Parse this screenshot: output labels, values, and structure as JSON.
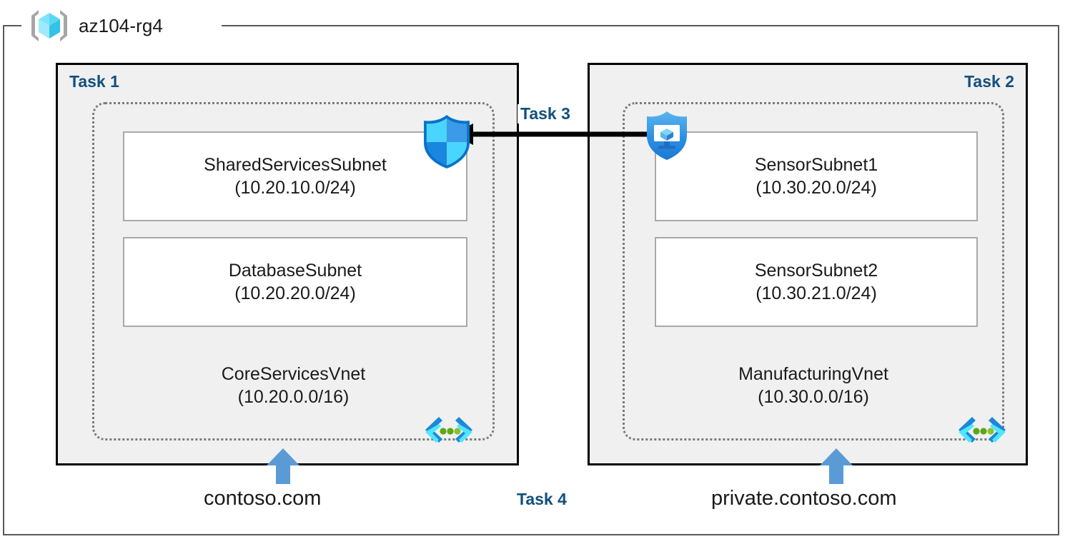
{
  "resource_group": {
    "name": "az104-rg4",
    "icon": "azure-resource-group-icon"
  },
  "colors": {
    "task_label": "#12507e",
    "panel_background": "#f0f0f0",
    "panel_border": "#000000",
    "vnet_border": "#7a7a7a",
    "subnet_border": "#a9a9a9",
    "dns_arrow": "#5b9bd5",
    "connector_arrow": "#000000",
    "rg_border": "#5a5a5a"
  },
  "panels": [
    {
      "task_label": "Task 1",
      "align": "left",
      "vnet": {
        "name": "CoreServicesVnet",
        "cidr": "(10.20.0.0/16)",
        "subnets": [
          {
            "name": "SharedServicesSubnet",
            "cidr": "(10.20.10.0/24)"
          },
          {
            "name": "DatabaseSubnet",
            "cidr": "(10.20.20.0/24)"
          }
        ],
        "endpoint_icon": "private-endpoint-icon"
      },
      "dns": {
        "zone": "contoso.com",
        "arrow_icon": "up-arrow-icon"
      }
    },
    {
      "task_label": "Task 2",
      "align": "right",
      "vnet": {
        "name": "ManufacturingVnet",
        "cidr": "(10.30.0.0/16)",
        "subnets": [
          {
            "name": "SensorSubnet1",
            "cidr": "(10.30.20.0/24)"
          },
          {
            "name": "SensorSubnet2",
            "cidr": "(10.30.21.0/24)"
          }
        ],
        "endpoint_icon": "private-endpoint-icon"
      },
      "dns": {
        "zone": "private.contoso.com",
        "arrow_icon": "up-arrow-icon"
      }
    }
  ],
  "connector": {
    "task_label": "Task 3",
    "direction": "right-to-left",
    "source_icon": "vm-shield-icon",
    "target_icon": "firewall-shield-icon"
  },
  "bottom": {
    "task_label": "Task 4"
  }
}
